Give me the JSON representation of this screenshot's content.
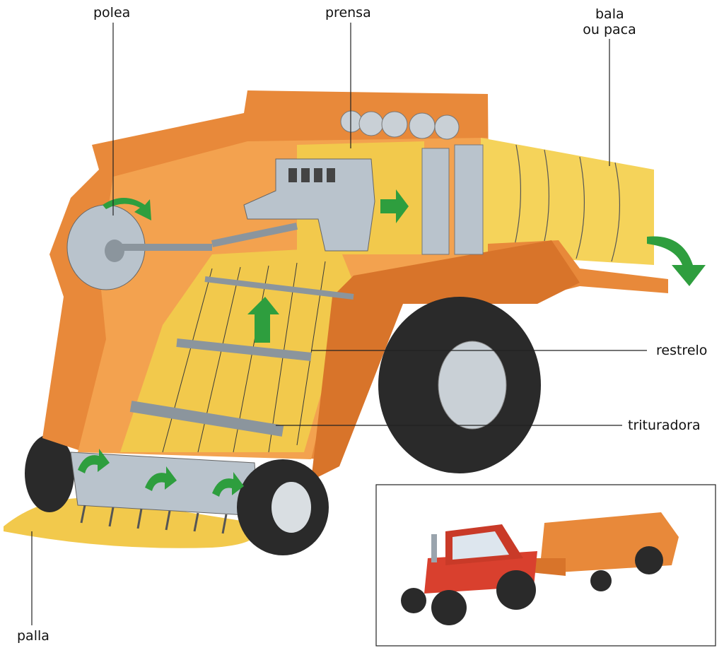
{
  "labels": {
    "polea": "polea",
    "prensa": "prensa",
    "bala_line1": "bala",
    "bala_line2": "ou paca",
    "restrelo": "restrelo",
    "trituradora": "trituradora",
    "palla": "palla"
  },
  "colors": {
    "body_orange": "#E8893A",
    "body_dark": "#C8621E",
    "hay": "#F2C94C",
    "metal": "#B9C3CC",
    "arrow_green": "#2E9E3E",
    "tire": "#2A2A2A"
  }
}
